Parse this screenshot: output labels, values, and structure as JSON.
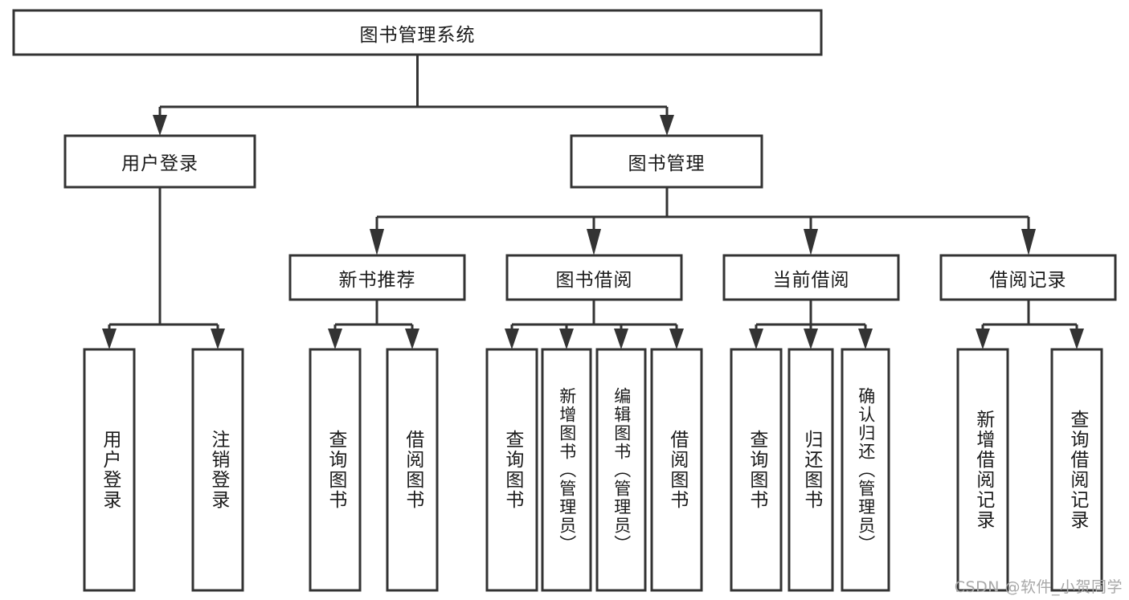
{
  "diagram": {
    "title_node": {
      "label": "图书管理系统"
    },
    "level2": [
      {
        "id": "user-login",
        "label": "用户登录"
      },
      {
        "id": "book-manage",
        "label": "图书管理"
      }
    ],
    "level3": [
      {
        "id": "new-book-recommend",
        "label": "新书推荐"
      },
      {
        "id": "book-borrow",
        "label": "图书借阅"
      },
      {
        "id": "current-borrow",
        "label": "当前借阅"
      },
      {
        "id": "borrow-record",
        "label": "借阅记录"
      }
    ],
    "leaves": {
      "user_login": [
        {
          "id": "leaf-user-login",
          "label": "用户登录"
        },
        {
          "id": "leaf-logout-login",
          "label": "注销登录"
        }
      ],
      "new_book_recommend": [
        {
          "id": "leaf-query-book-1",
          "label": "查询图书"
        },
        {
          "id": "leaf-borrow-book-1",
          "label": "借阅图书"
        }
      ],
      "book_borrow": [
        {
          "id": "leaf-query-book-2",
          "label": "查询图书"
        },
        {
          "id": "leaf-add-book",
          "label": "新增图书（管理员）"
        },
        {
          "id": "leaf-edit-book",
          "label": "编辑图书（管理员）"
        },
        {
          "id": "leaf-borrow-book-2",
          "label": "借阅图书"
        }
      ],
      "current_borrow": [
        {
          "id": "leaf-query-book-3",
          "label": "查询图书"
        },
        {
          "id": "leaf-return-book",
          "label": "归还图书"
        },
        {
          "id": "leaf-confirm-return",
          "label": "确认归还（管理员）"
        }
      ],
      "borrow_record": [
        {
          "id": "leaf-add-record",
          "label": "新增借阅记录"
        },
        {
          "id": "leaf-query-record",
          "label": "查询借阅记录"
        }
      ]
    },
    "colors": {
      "stroke": "#333333",
      "box_fill": "#ffffff",
      "text": "#1a1a1a",
      "watermark": "#a8a8a8",
      "background": "#ffffff"
    }
  },
  "watermark": {
    "text": "CSDN @软件_小贺同学"
  }
}
